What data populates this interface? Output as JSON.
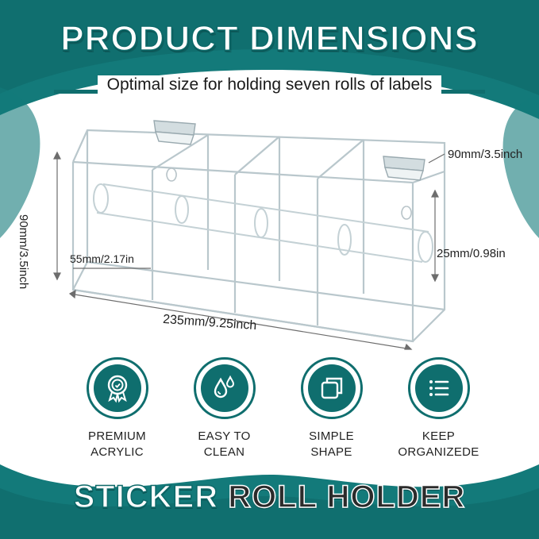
{
  "header": {
    "title": "PRODUCT DIMENSIONS",
    "subtitle": "Optimal size for holding seven rolls of labels"
  },
  "dimensions": {
    "height": "90mm/3.5inch",
    "depth": "90mm/3.5inch",
    "width": "235mm/9.25inch",
    "tube": "55mm/2.17in",
    "inner": "25mm/0.98in"
  },
  "features": [
    {
      "icon": "award-badge-icon",
      "line1": "PREMIUM",
      "line2": "ACRYLIC"
    },
    {
      "icon": "water-drops-icon",
      "line1": "EASY TO",
      "line2": "CLEAN"
    },
    {
      "icon": "square-shape-icon",
      "line1": "SIMPLE",
      "line2": "SHAPE"
    },
    {
      "icon": "list-icon",
      "line1": "KEEP",
      "line2": "ORGANIZEDE"
    }
  ],
  "footer": {
    "word1": "STICKER",
    "word2": "ROLL HOLDER"
  },
  "colors": {
    "teal": "#0f6e6e",
    "dark_teal": "#0b5454",
    "text": "#222222"
  }
}
